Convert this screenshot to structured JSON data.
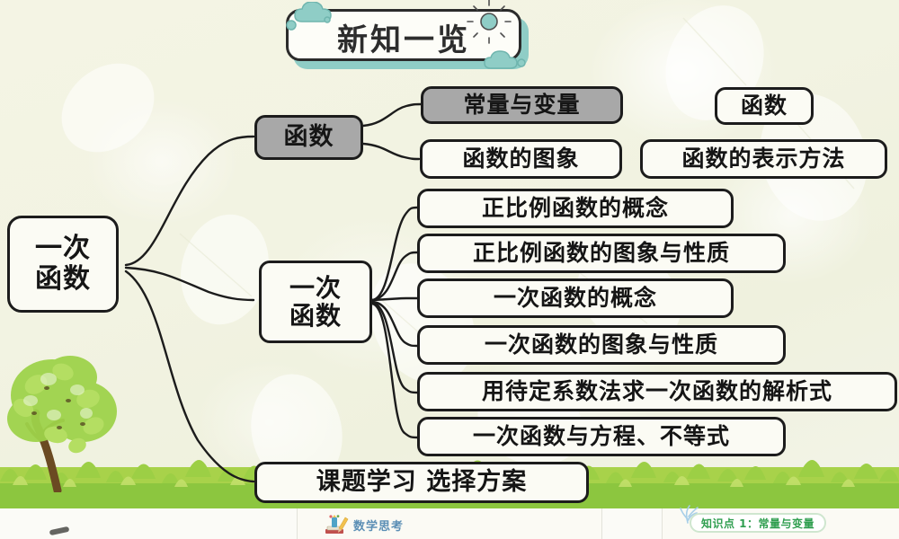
{
  "slide": {
    "title": "新知一览",
    "decorations": [
      "cloud-icon",
      "cloud-icon",
      "sun-icon",
      "tree-icon",
      "grass-icon",
      "leaf-bokeh-icon"
    ]
  },
  "mindmap": {
    "root": {
      "label_line1": "一次",
      "label_line2": "函数",
      "name": "root-node"
    },
    "branches": [
      {
        "label": "函数",
        "highlighted": true,
        "children": [
          {
            "label": "常量与变量",
            "highlighted": true
          },
          {
            "label": "函数的图象",
            "highlighted": false
          }
        ]
      },
      {
        "label_line1": "一次",
        "label_line2": "函数",
        "highlighted": false,
        "children": [
          {
            "label": "正比例函数的概念",
            "highlighted": false
          },
          {
            "label": "正比例函数的图象与性质",
            "highlighted": false
          },
          {
            "label": "一次函数的概念",
            "highlighted": false
          },
          {
            "label": "一次函数的图象与性质",
            "highlighted": false
          },
          {
            "label": "用待定系数法求一次函数的解析式",
            "highlighted": false
          },
          {
            "label": "一次函数与方程、不等式",
            "highlighted": false
          }
        ]
      },
      {
        "label": "课题学习  选择方案",
        "highlighted": false,
        "children": []
      }
    ],
    "extras": [
      {
        "label": "函数",
        "name": "extra-node-function"
      },
      {
        "label": "函数的表示方法",
        "name": "extra-node-representation"
      }
    ]
  },
  "footer": {
    "math_think_label": "数学思考",
    "knowledge_point_label": "知识点 1：常量与变量"
  },
  "colors": {
    "banner_shadow": "#8fcdc6",
    "node_border": "#1c1c1c",
    "node_fill": "#fbfbf4",
    "node_fill_highlight": "#a8a8a8",
    "grass": "#8cc63f",
    "badge_green": "#2f9e4f",
    "math_think_blue": "#5c8fb5"
  }
}
